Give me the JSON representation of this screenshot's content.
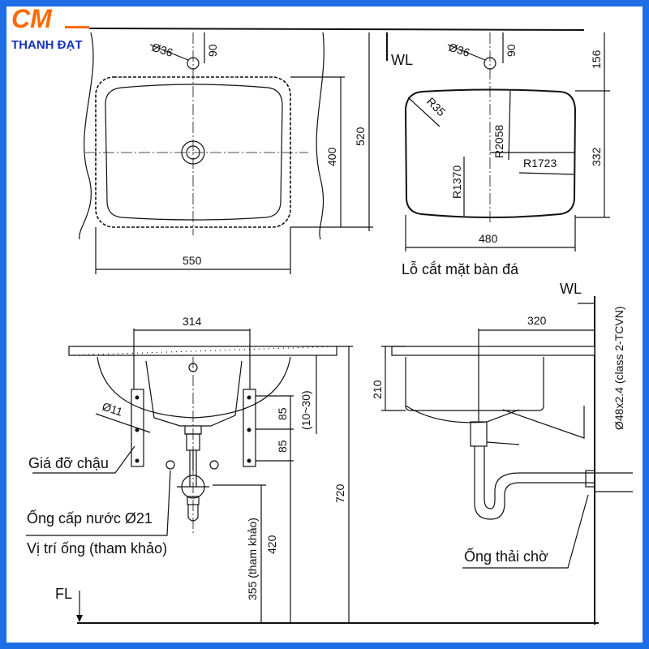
{
  "logo": {
    "brand": "CM",
    "subtitle": "THANH ĐẠT",
    "brand_color": "#ff6a00",
    "subtitle_color": "#1533b8"
  },
  "frame_color": "#1e6fe6",
  "top_view": {
    "hole_dia": "Ø36",
    "hole_offset": "90",
    "width": "550",
    "height_inner": "400",
    "height_total": "520"
  },
  "cutout_view": {
    "water_level": "WL",
    "hole_dia": "Ø36",
    "hole_offset": "90",
    "offset_top": "156",
    "height": "332",
    "width": "480",
    "r_corner": "R35",
    "r_top": "R2058",
    "r_side": "R1723",
    "r_bottom": "R1370",
    "caption": "Lỗ cắt mặt bàn đá"
  },
  "front_view": {
    "bracket_spacing": "314",
    "bolt_dia": "Ø11",
    "dim_85a": "85",
    "dim_85b": "85",
    "dim_adjust": "(10~30)",
    "dim_720": "720",
    "dim_420": "420",
    "dim_355": "355 (tham khảo)",
    "label_bracket": "Giá đỡ chậu",
    "label_supply": "Ống cấp nước Ø21",
    "label_position": "Vị trí ống (tham khảo)",
    "floor_level": "FL"
  },
  "side_view": {
    "water_level": "WL",
    "depth_from_wall": "320",
    "basin_height": "210",
    "pipe_spec": "Ø48x2.4 (class 2-TCVN)",
    "label_drain": "Ống thải chờ"
  }
}
